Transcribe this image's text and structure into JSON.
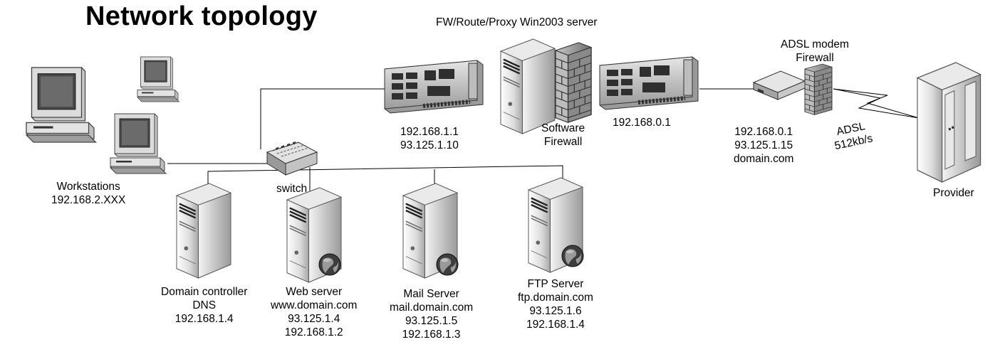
{
  "title": "Network topology",
  "labels": {
    "gateway": "FW/Route/Proxy Win2003 server",
    "nic_internal": [
      "192.168.1.1",
      "93.125.1.10"
    ],
    "software_firewall": [
      "Software",
      "Firewall"
    ],
    "nic_external": "192.168.0.1",
    "modem": [
      "ADSL modem",
      "Firewall"
    ],
    "modem_ip": [
      "192.168.0.1",
      "93.125.1.15",
      "domain.com"
    ],
    "adsl_link": [
      "ADSL",
      "512kb/s"
    ],
    "provider": "Provider",
    "workstations": [
      "Workstations",
      "192.168.2.XXX"
    ],
    "switch": "switch",
    "dc": [
      "Domain controller",
      "DNS",
      "192.168.1.4"
    ],
    "web": [
      "Web server",
      "www.domain.com",
      "93.125.1.4",
      "192.168.1.2"
    ],
    "mail": [
      "Mail Server",
      "mail.domain.com",
      "93.125.1.5",
      "192.168.1.3"
    ],
    "ftp": [
      "FTP Server",
      "ftp.domain.com",
      "93.125.1.6",
      "192.168.1.4"
    ]
  },
  "colors": {
    "line": "#000000",
    "device_dark": "#3a3a3a",
    "device_mid": "#8c8c8c",
    "device_light": "#d9d9d9"
  }
}
